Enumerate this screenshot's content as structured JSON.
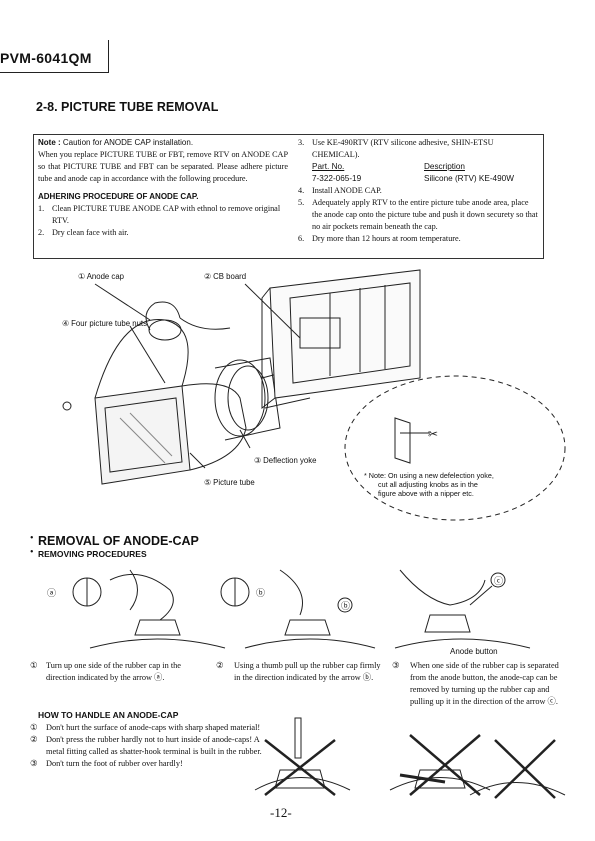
{
  "header": {
    "model": "PVM-6041QM"
  },
  "section_title": "2-8.  PICTURE TUBE REMOVAL",
  "note_box": {
    "note_label": "Note :",
    "note_line": "Caution for ANODE CAP installation.",
    "note_body": "When you replace PICTURE TUBE or FBT, remove RTV on ANODE CAP so that PICTURE TUBE and FBT can be separated. Please adhere picture tube and anode cap in accordance with the following procedure.",
    "adhering_title": "ADHERING PROCEDURE OF ANODE CAP.",
    "left_steps": [
      {
        "num": "1.",
        "text": "Clean PICTURE TUBE ANODE CAP with ethnol to remove original RTV."
      },
      {
        "num": "2.",
        "text": "Dry clean face with air."
      }
    ],
    "right_steps": [
      {
        "num": "3.",
        "text": "Use KE-490RTV (RTV silicone adhesive, SHIN-ETSU CHEMICAL)."
      },
      {
        "num": "4.",
        "text": "Install ANODE CAP."
      },
      {
        "num": "5.",
        "text": "Adequately apply RTV to the entire picture tube anode area, place the anode cap onto the picture tube and push it down securety so that no air pockets remain beneath the cap."
      },
      {
        "num": "6.",
        "text": "Dry more than 12 hours at room temperature."
      }
    ],
    "parts_table": {
      "col1_header": "Part. No.",
      "col2_header": "Description",
      "part_no": "7-322-065-19",
      "description": "Silicone (RTV) KE-490W"
    }
  },
  "diagram": {
    "callouts": {
      "anode_cap": "① Anode cap",
      "cb_board": "② CB board",
      "four_nuts": "④ Four picture tube nuts",
      "deflection_yoke": "③ Deflection yoke",
      "picture_tube": "⑤ Picture tube"
    },
    "yoke_note": [
      "* Note: On using a new defelection yoke,",
      "cut all adjusting knobs as in the",
      "figure above with a nipper etc."
    ]
  },
  "removal": {
    "title": "REMOVAL OF ANODE-CAP",
    "subtitle": "REMOVING PROCEDURES",
    "steps": [
      {
        "num": "①",
        "text": "Turn up one side of the rubber cap in the direction indicated by the arrow ⓐ."
      },
      {
        "num": "②",
        "text": "Using a thumb pull up the rubber cap firmly in the direction indicated by the arrow ⓑ."
      },
      {
        "num": "③",
        "text": "When one side of the rubber cap is separated from the anode button, the anode-cap can be removed by turning up the rubber cap and pulling up it in the direction of the arrow ⓒ."
      }
    ],
    "figure_labels": {
      "a": "ⓐ",
      "b": "ⓑ",
      "b2": "ⓑ",
      "c": "ⓒ",
      "anode_button": "Anode button"
    }
  },
  "handle": {
    "title": "HOW TO HANDLE AN ANODE-CAP",
    "items": [
      {
        "num": "①",
        "text": "Don't hurt the surface of anode-caps with sharp shaped material!"
      },
      {
        "num": "②",
        "text": "Don't press the rubber hardly not to hurt inside of anode-caps! A metal fitting called as shatter-hook terminal is built in the rubber."
      },
      {
        "num": "③",
        "text": "Don't turn the foot of rubber over hardly!"
      }
    ]
  },
  "footer": {
    "page": "-12-"
  }
}
